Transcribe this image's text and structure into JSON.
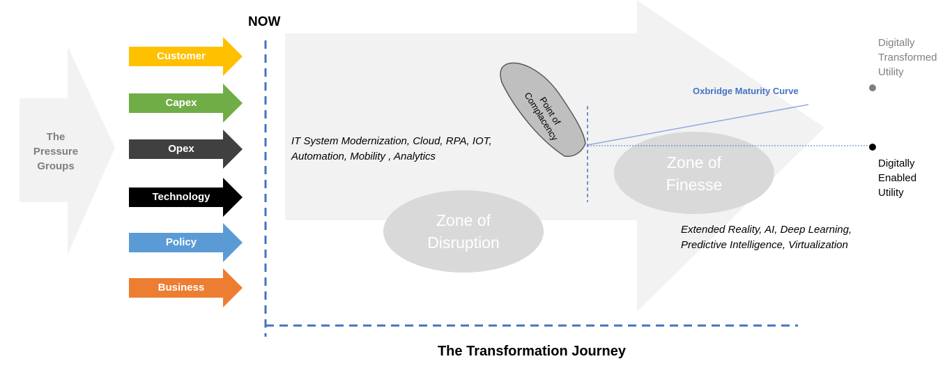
{
  "pressure_groups_label": "The\nPressure\nGroups",
  "now_label": "NOW",
  "groups": [
    {
      "label": "Customer",
      "color": "#ffc000"
    },
    {
      "label": "Capex",
      "color": "#70ad47"
    },
    {
      "label": "Opex",
      "color": "#404040"
    },
    {
      "label": "Technology",
      "color": "#000000"
    },
    {
      "label": "Policy",
      "color": "#5b9bd5"
    },
    {
      "label": "Business",
      "color": "#ed7d31"
    }
  ],
  "tech_now": "IT System Modernization, Cloud, RPA, IOT,\nAutomation, Mobility , Analytics",
  "tech_future": "Extended Reality, AI, Deep Learning,\nPredictive Intelligence, Virtualization",
  "zone_disruption": "Zone of\nDisruption",
  "zone_finesse": "Zone of\nFinesse",
  "point_of_complacency": "Point of\nComplacency",
  "curve_label": "Oxbridge Maturity Curve",
  "digitally_transformed": "Digitally\nTransformed\nUtility",
  "digitally_enabled": "Digitally\nEnabled\nUtility",
  "journey_label": "The Transformation Journey",
  "colors": {
    "gray_arrow": "#f2f2f2",
    "zone_fill": "#d9d9d9",
    "axis_blue": "#4472c4",
    "muted_text": "#7f7f7f"
  }
}
